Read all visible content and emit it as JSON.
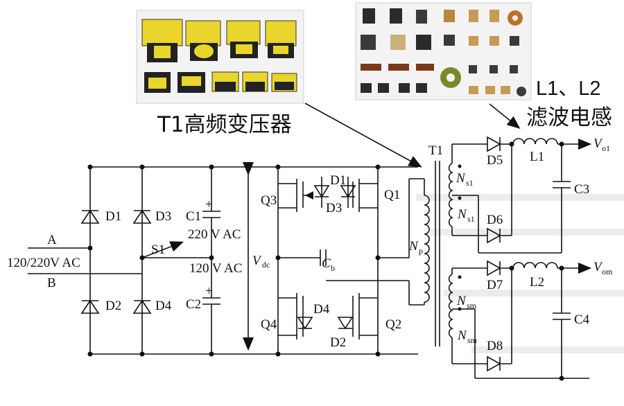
{
  "labels": {
    "t1_caption": "T1高频变压器",
    "l_caption_top": "L1、L2",
    "l_caption_bottom": "滤波电感",
    "A": "A",
    "B": "B",
    "ac_input": "120/220V AC",
    "D1": "D1",
    "D2": "D2",
    "D3": "D3",
    "D4": "D4",
    "D5": "D5",
    "D6": "D6",
    "D7": "D7",
    "D8": "D8",
    "C1": "C1",
    "C2": "C2",
    "C3": "C3",
    "C4": "C4",
    "S1": "S1",
    "v220": "220 V AC",
    "v120": "120 V AC",
    "Q1": "Q1",
    "Q2": "Q2",
    "Q3": "Q3",
    "Q4": "Q4",
    "Cb": "C",
    "Cb_sub": "b",
    "T1": "T1",
    "Np": "N",
    "Np_sub": "p",
    "Ns": "N",
    "Ns_sub": "s1",
    "Nsm": "N",
    "Nsm_sub": "sm",
    "L1": "L1",
    "L2": "L2",
    "Vdc": "V",
    "Vdc_sub": "dc",
    "Vo1": "V",
    "Vo1_sub": "o1",
    "Vom": "V",
    "Vom_sub": "om"
  },
  "colors": {
    "ink": "#111111",
    "transformer_yellow": "#e8d12a",
    "photo_bg": "#f2f2f2"
  }
}
